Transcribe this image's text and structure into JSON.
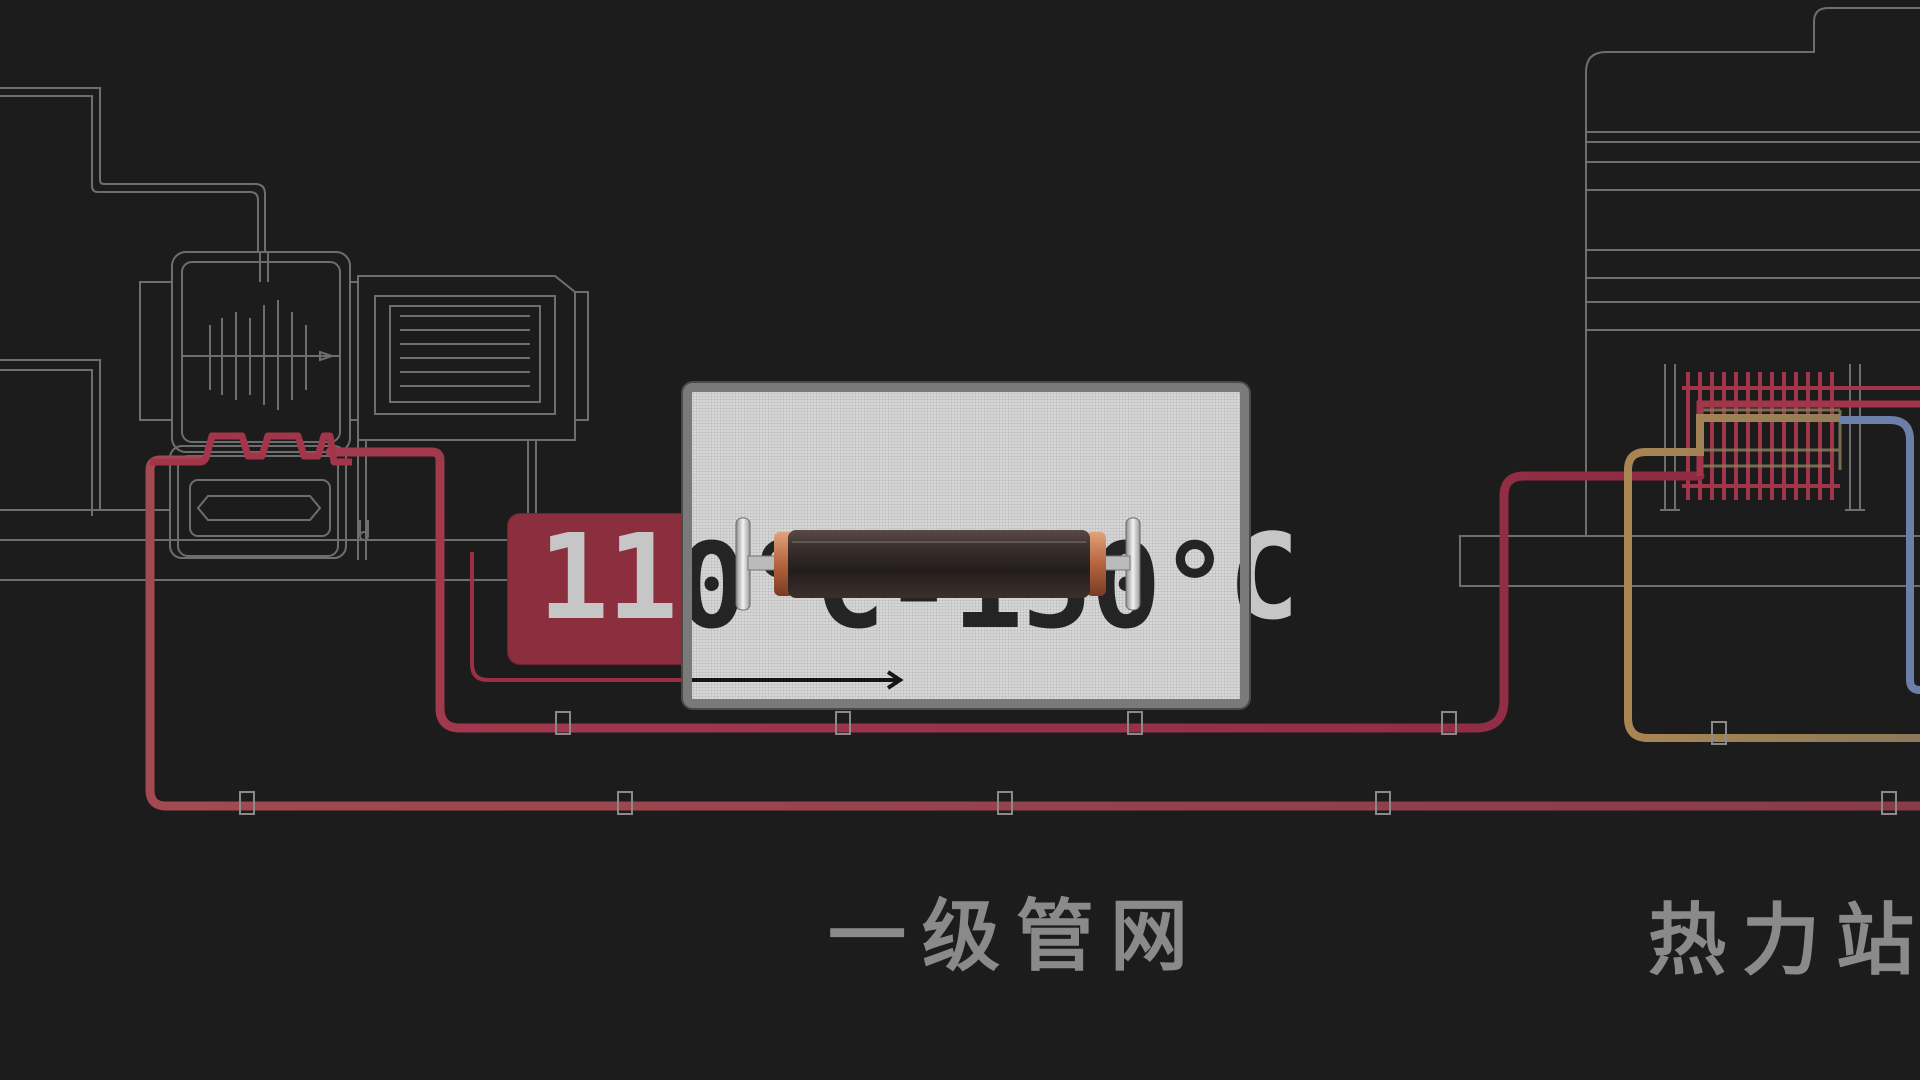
{
  "labels": {
    "primary_network": "一级管网",
    "heat_station": "热力站"
  },
  "temperature_range": {
    "text": "110°C-150°C",
    "min_celsius": 110,
    "max_celsius": 150
  },
  "colors": {
    "background": "#1c1c1c",
    "outline": "#6e6e6e",
    "supply_pipe": "#9a2f45",
    "return_pipe": "#a5484c",
    "secondary_supply": "#b08a52",
    "secondary_return": "#6b7fa8",
    "badge": "#8b2f3f",
    "popup_frame": "#7a7a7a"
  },
  "icons": {
    "boiler_unit": "boiler-icon",
    "exchanger_unit": "heat-exchanger-icon",
    "insulated_pipe": "insulated-pipe-icon",
    "flow_arrow": "arrow-right-icon"
  }
}
